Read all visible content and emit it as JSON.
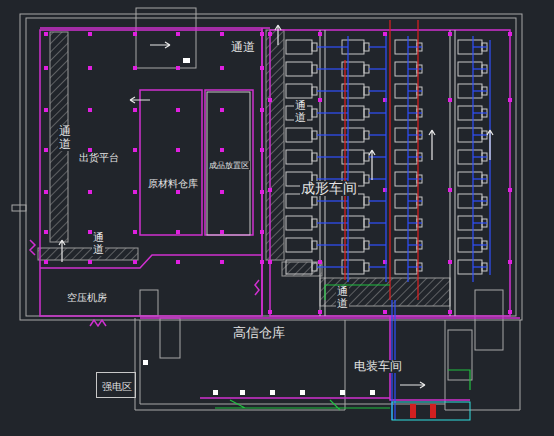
{
  "diagram": {
    "nodes": [
      {
        "text": [
          "出货平台"
        ]
      },
      {
        "text": [
          "原材料仓库"
        ]
      },
      {
        "text": [
          "成品放置区"
        ]
      },
      {
        "text": [
          "成形车间"
        ]
      },
      {
        "text": [
          "空压机房"
        ]
      },
      {
        "text": [
          "高信仓库"
        ]
      },
      {
        "text": [
          "电装车间"
        ]
      },
      {
        "text": [
          "强电区"
        ]
      }
    ],
    "labels": [
      "通道",
      "通道",
      "通道",
      "通道",
      "通道"
    ]
  }
}
